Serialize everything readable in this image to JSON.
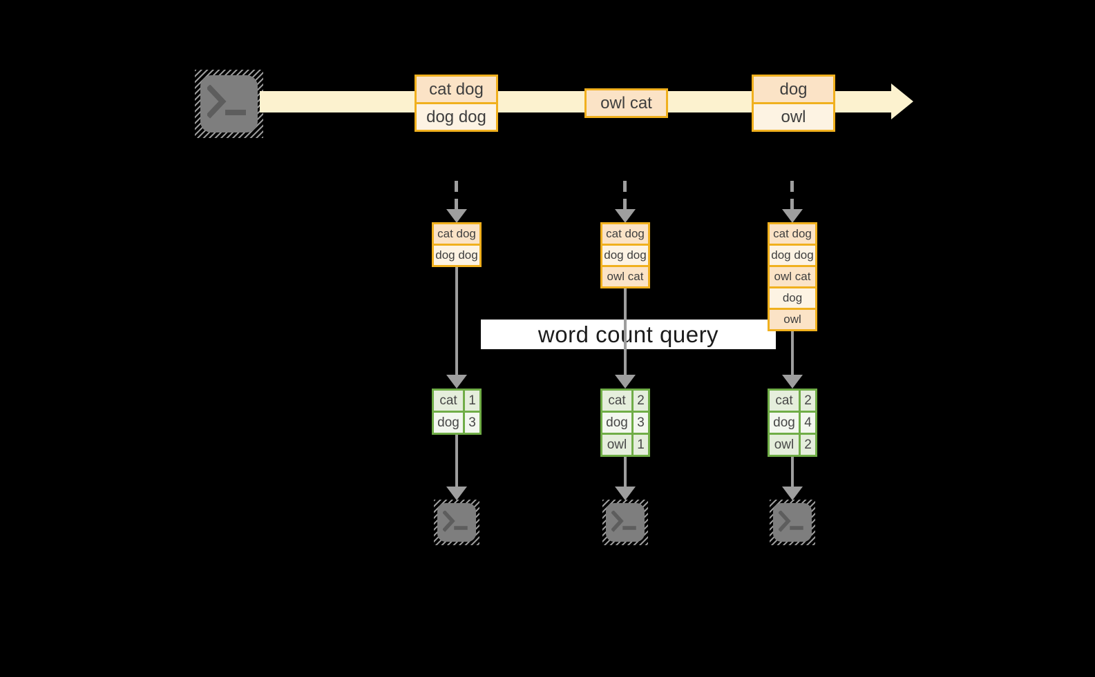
{
  "banner": {
    "label": "word count query"
  },
  "stream": {
    "events": [
      {
        "rows": [
          "cat dog",
          "dog dog"
        ]
      },
      {
        "rows": [
          "owl cat"
        ]
      },
      {
        "rows": [
          "dog",
          "owl"
        ]
      }
    ]
  },
  "pipelines": [
    {
      "received": [
        "cat dog",
        "dog dog"
      ],
      "counts": [
        {
          "word": "cat",
          "value": "1"
        },
        {
          "word": "dog",
          "value": "3"
        }
      ]
    },
    {
      "received": [
        "cat dog",
        "dog dog",
        "owl cat"
      ],
      "counts": [
        {
          "word": "cat",
          "value": "2"
        },
        {
          "word": "dog",
          "value": "3"
        },
        {
          "word": "owl",
          "value": "1"
        }
      ]
    },
    {
      "received": [
        "cat dog",
        "dog dog",
        "owl cat",
        "dog",
        "owl"
      ],
      "counts": [
        {
          "word": "cat",
          "value": "2"
        },
        {
          "word": "dog",
          "value": "4"
        },
        {
          "word": "owl",
          "value": "2"
        }
      ]
    }
  ],
  "icons": {
    "source": "terminal-icon",
    "sinks": [
      "terminal-icon",
      "terminal-icon",
      "terminal-icon"
    ]
  },
  "colors": {
    "background": "#000000",
    "stream_arrow": "#fcf2cf",
    "event_border": "#f0b01e",
    "event_fill_odd": "#fbe3c6",
    "event_fill_even": "#fdf3e3",
    "table_border": "#70ad47",
    "table_fill_odd": "#e5eedc",
    "table_fill_even": "#f3f7ef",
    "arrow_gray": "#9e9e9e",
    "banner_bg": "#ffffff",
    "text": "#3e3e3e",
    "terminal_gray": "#7e7e7e"
  }
}
